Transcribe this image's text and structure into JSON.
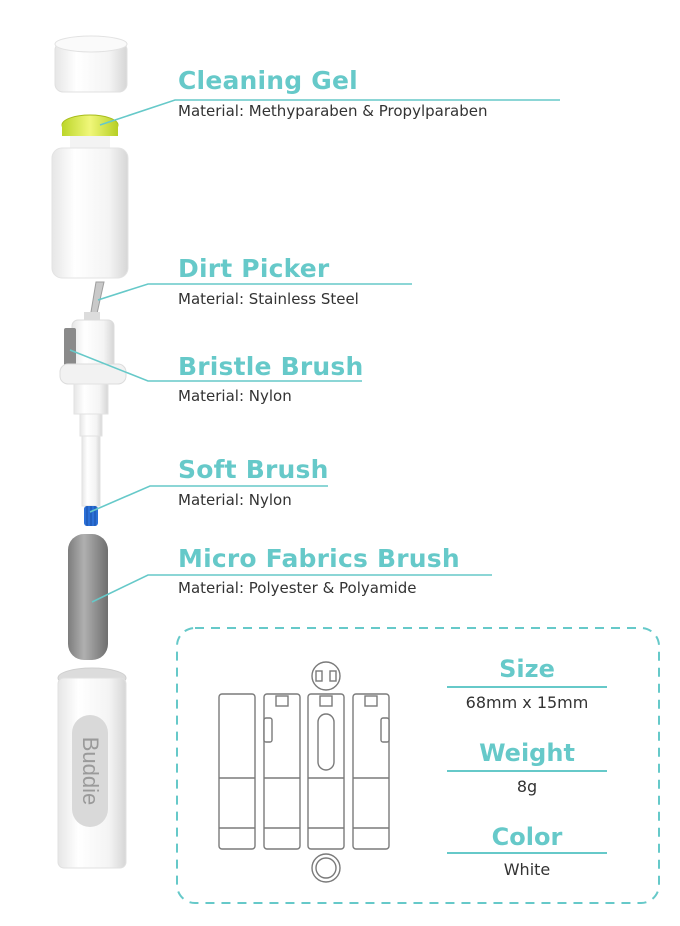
{
  "parts": [
    {
      "title": "Cleaning Gel",
      "material": "Material: Methyparaben & Propylparaben"
    },
    {
      "title": "Dirt Picker",
      "material": "Material: Stainless Steel"
    },
    {
      "title": "Bristle Brush",
      "material": "Material: Nylon"
    },
    {
      "title": "Soft Brush",
      "material": "Material: Nylon"
    },
    {
      "title": "Micro Fabrics Brush",
      "material": "Material: Polyester & Polyamide"
    }
  ],
  "brand_logo": "Buddie",
  "specs": {
    "size": {
      "label": "Size",
      "value": "68mm x 15mm"
    },
    "weight": {
      "label": "Weight",
      "value": "8g"
    },
    "color": {
      "label": "Color",
      "value": "White"
    }
  },
  "colors": {
    "accent": "#66c9c9",
    "gel": "#d8e84a",
    "soft_brush": "#2b6fd6",
    "fabric": "#9a9a9a"
  }
}
